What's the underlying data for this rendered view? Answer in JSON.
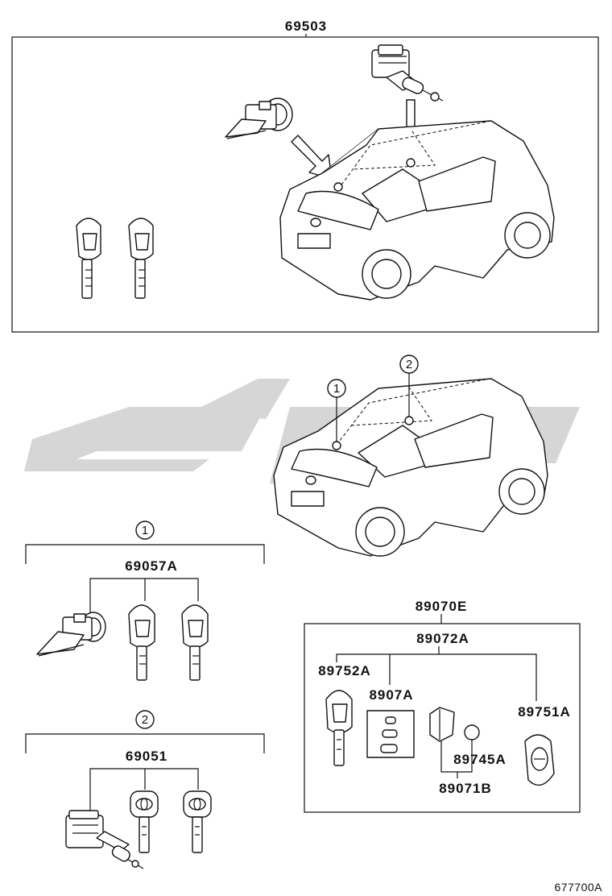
{
  "diagram": {
    "top_assembly": {
      "part_number": "69503"
    },
    "callouts": [
      {
        "label": "1"
      },
      {
        "label": "2"
      }
    ],
    "group_1": {
      "marker": "1",
      "part_number": "69057A"
    },
    "group_2": {
      "marker": "2",
      "part_number": "69051"
    },
    "remote_kit": {
      "part_number": "89070E",
      "sub_assembly": "89072A",
      "parts": [
        {
          "part_number": "89752A"
        },
        {
          "part_number": "8907A"
        },
        {
          "part_number": "89751A"
        },
        {
          "part_number": "89745A"
        },
        {
          "part_number": "89071B"
        }
      ]
    },
    "illustration_code": "677700A"
  }
}
